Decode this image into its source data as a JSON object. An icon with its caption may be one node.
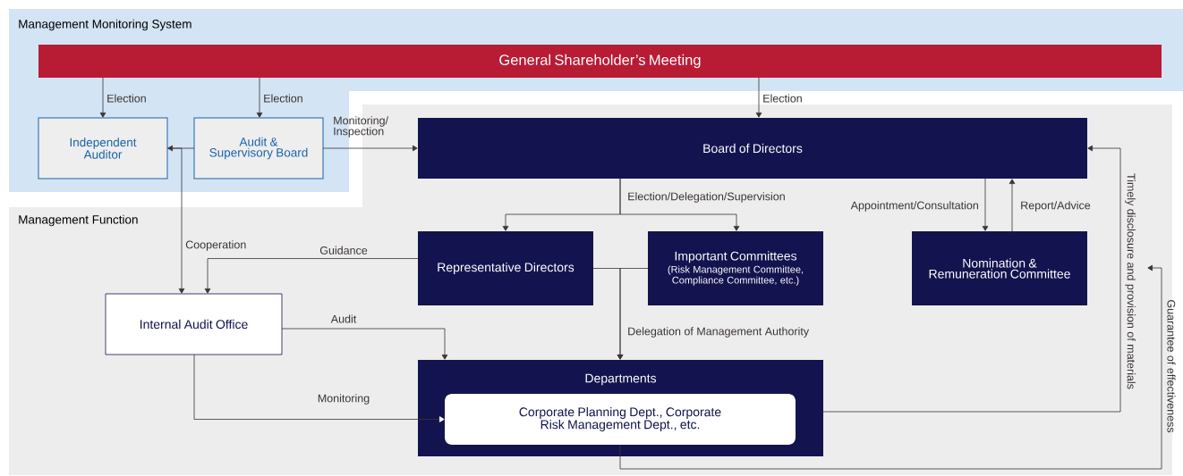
{
  "diagram": {
    "nodes": [
      {
        "text": [
          "Management Monitoring System"
        ]
      },
      {
        "text": [
          "General Shareholder’s Meeting"
        ],
        "in": 0
      },
      {
        "text": [
          "Independent Auditor"
        ],
        "in": 0
      },
      {
        "text": [
          "Audit & Supervisory Board"
        ],
        "in": 0
      },
      {
        "text": [
          "Management Function"
        ]
      },
      {
        "text": [
          "Board of Directors"
        ],
        "in": 4
      },
      {
        "text": [
          "Representative Directors"
        ],
        "in": 4
      },
      {
        "text": [
          "Important Committees",
          "(Risk Management Committee, Compliance Committee, etc.)"
        ],
        "in": 4
      },
      {
        "text": [
          "Nomination & Remuneration Committee"
        ],
        "in": 4
      },
      {
        "text": [
          "Internal Audit Office"
        ],
        "in": 4
      },
      {
        "text": [
          "Departments"
        ],
        "in": 4
      },
      {
        "text": [
          "Corporate Planning Dept., Corporate Risk Management Dept., etc."
        ],
        "in": 10
      }
    ],
    "edges": [
      {
        "from": 1,
        "to": 2,
        "arrow": "to",
        "label": "Election"
      },
      {
        "from": 1,
        "to": 3,
        "arrow": "to",
        "label": "Election"
      },
      {
        "from": 1,
        "to": 5,
        "arrow": "to",
        "label": "Election"
      },
      {
        "from": 3,
        "to": 5,
        "arrow": "to",
        "label": "Monitoring/ Inspection"
      },
      {
        "from": 2,
        "to": 3,
        "arrow": "none"
      },
      {
        "from": 2,
        "to": 9,
        "arrow": "both",
        "label": "Cooperation"
      },
      {
        "from": 6,
        "to": 9,
        "arrow": "to",
        "label": "Guidance"
      },
      {
        "from": 5,
        "to": 6,
        "arrow": "to",
        "label": "Election/Delegation/Supervision"
      },
      {
        "from": 5,
        "to": 7,
        "arrow": "to"
      },
      {
        "from": 6,
        "to": 10,
        "arrow": "to",
        "label": "Delegation of Management Authority"
      },
      {
        "from": 7,
        "to": 10,
        "arrow": "to"
      },
      {
        "from": 5,
        "to": 8,
        "arrow": "to",
        "label": "Appointment/Consultation"
      },
      {
        "from": 8,
        "to": 5,
        "arrow": "to",
        "label": "Report/Advice"
      },
      {
        "from": 9,
        "to": 10,
        "arrow": "to",
        "label": "Audit"
      },
      {
        "from": 9,
        "to": 11,
        "arrow": "to",
        "label": "Monitoring"
      },
      {
        "from": 10,
        "to": 5,
        "arrow": "to",
        "label": "Timely disclosure and provision of materials"
      },
      {
        "from": 11,
        "to": null,
        "arrow": "to",
        "label": "Guarantee of effectiveness"
      }
    ]
  }
}
